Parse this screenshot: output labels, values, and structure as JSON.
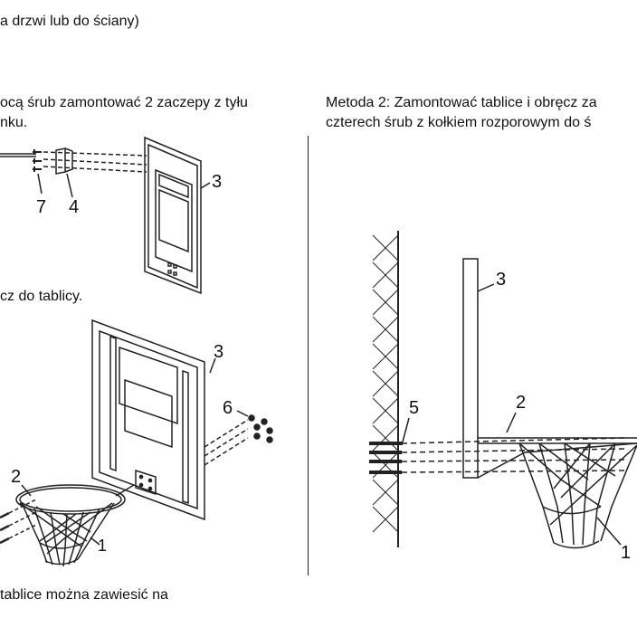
{
  "text": {
    "header_line": "a drzwi lub do ściany)",
    "left_step1_line1": "ocą śrub zamontować 2 zaczepy z tyłu",
    "left_step1_line2": "nku.",
    "left_step2": "cz do tablicy.",
    "left_bottom": "tablice można zawiesić na",
    "method2_line1": "Metoda 2: Zamontować tablice i obręcz za",
    "method2_line2": "czterech śrub z kołkiem rozporowym do ś"
  },
  "part_labels": {
    "top_left_7": "7",
    "top_left_4": "4",
    "top_left_3": "3",
    "mid_left_3": "3",
    "mid_left_6": "6",
    "mid_left_2": "2",
    "mid_left_1": "1",
    "right_3": "3",
    "right_2": "2",
    "right_5": "5",
    "right_1": "1"
  }
}
